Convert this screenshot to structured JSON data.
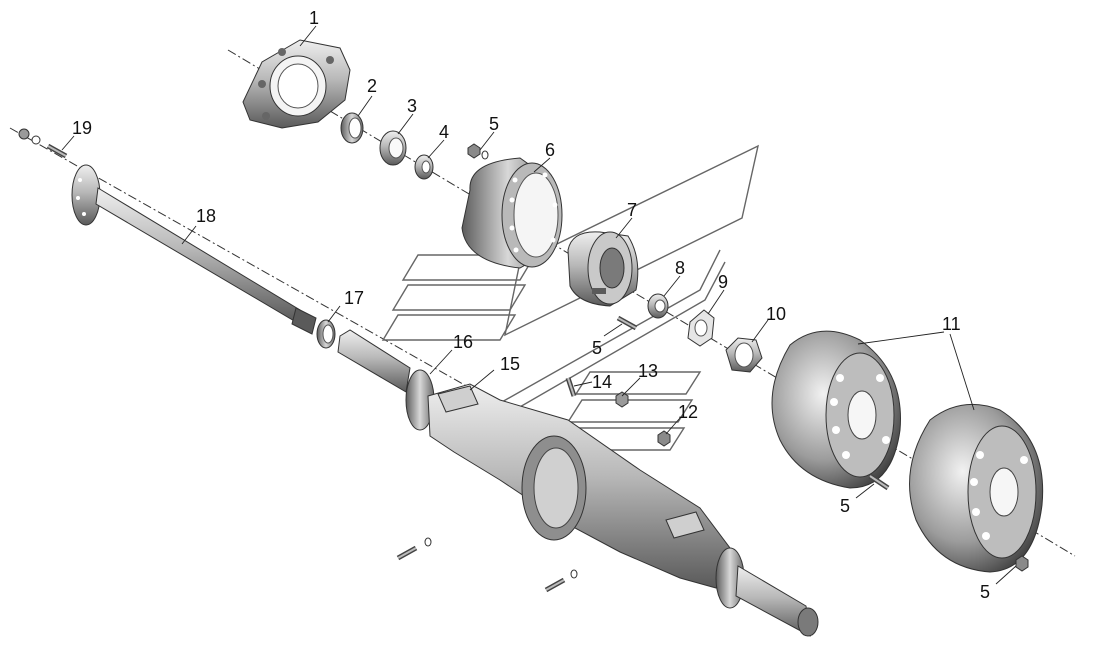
{
  "diagram": {
    "callouts": [
      "1",
      "2",
      "3",
      "4",
      "5",
      "6",
      "7",
      "8",
      "9",
      "5",
      "10",
      "11",
      "12",
      "13",
      "14",
      "15",
      "16",
      "17",
      "18",
      "19",
      "5",
      "5"
    ],
    "colors": {
      "metal_light": "#d9d9d9",
      "metal_mid": "#9a9a9a",
      "metal_dark": "#4a4a4a",
      "line": "#222222"
    }
  }
}
